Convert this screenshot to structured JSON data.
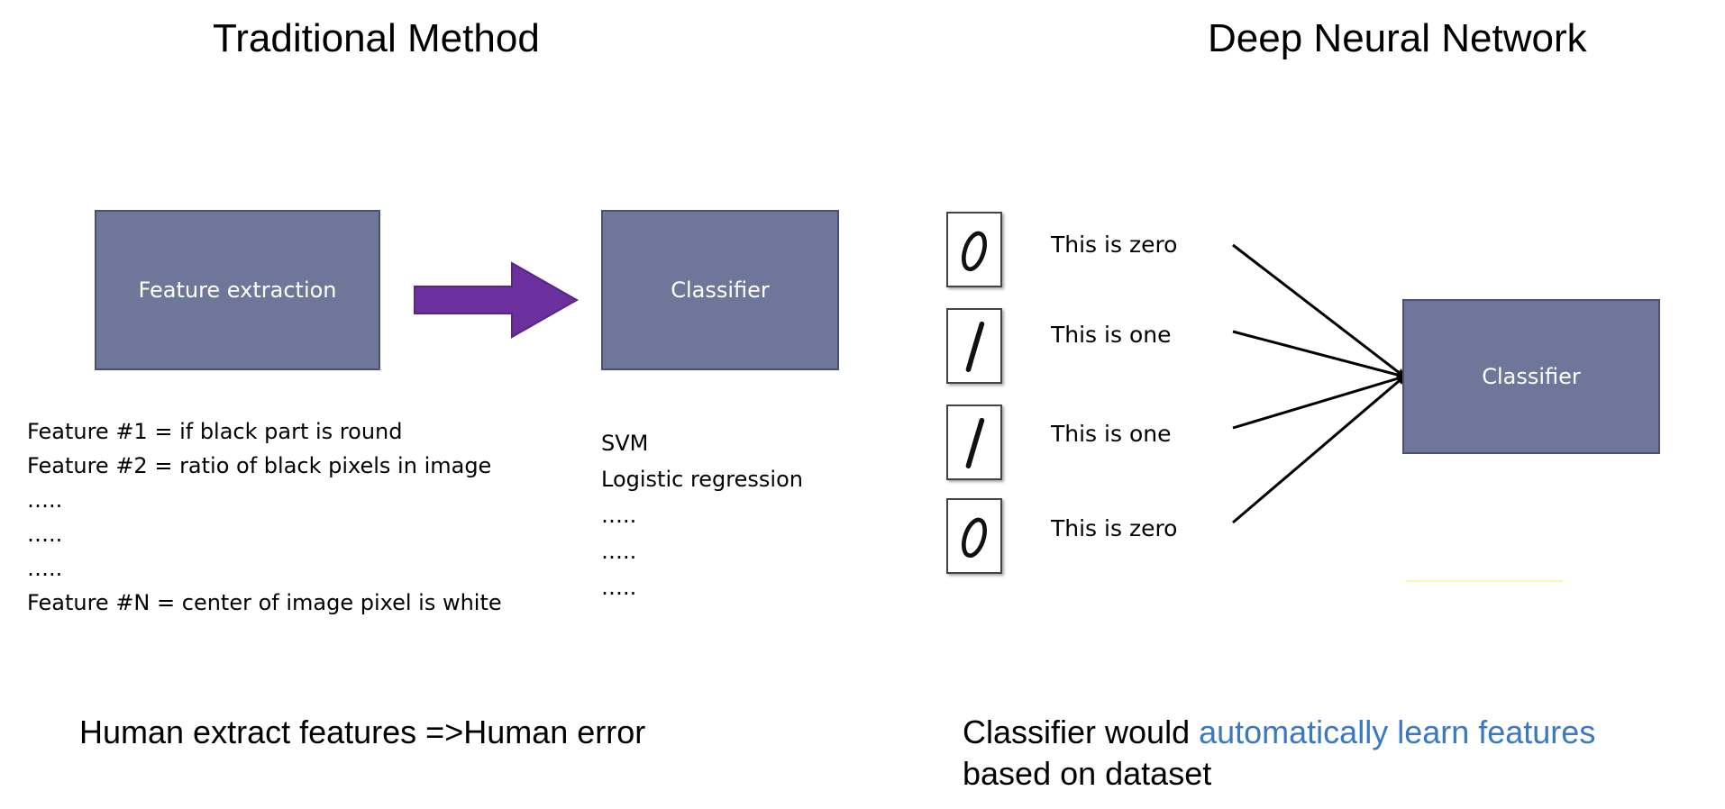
{
  "left": {
    "heading": "Traditional Method",
    "box_feature": "Feature extraction",
    "box_classifier": "Classifier",
    "features": [
      "Feature #1 = if black part is round",
      "Feature #2 = ratio of black pixels in image",
      "…..",
      "…..",
      "…..",
      "Feature #N = center of image pixel is white"
    ],
    "classifiers": [
      "SVM",
      "Logistic regression",
      "…..",
      "…..",
      "….."
    ],
    "caption": "Human extract features =>Human error",
    "arrow_color": "#6b2f9e"
  },
  "right": {
    "heading": "Deep Neural Network",
    "samples": [
      {
        "digit": "0",
        "label": "This is zero"
      },
      {
        "digit": "1",
        "label": "This is one"
      },
      {
        "digit": "1",
        "label": "This is one"
      },
      {
        "digit": "0",
        "label": "This is zero"
      }
    ],
    "box_classifier": "Classifier",
    "caption_prefix": "Classifier would ",
    "caption_highlight": "automatically learn features",
    "caption_line2": "based on dataset",
    "highlight_color": "#3a78c3"
  }
}
